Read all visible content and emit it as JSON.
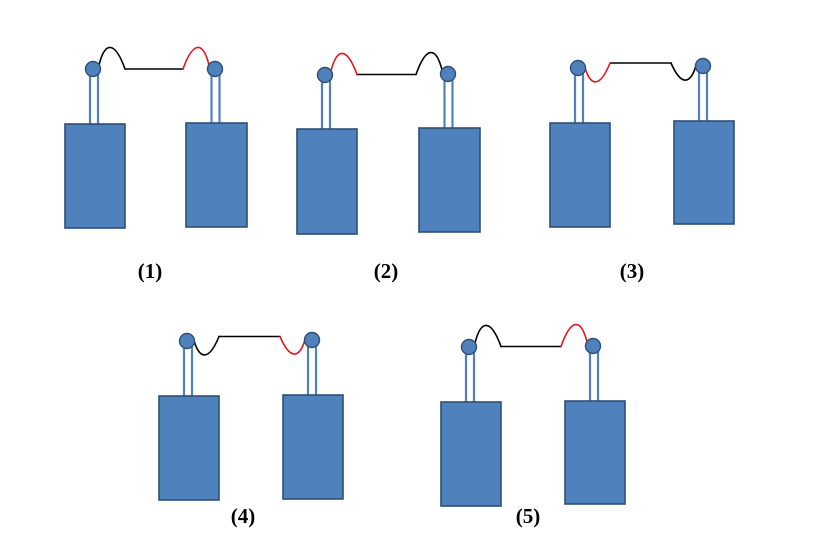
{
  "colors": {
    "box_fill": "#4f81bd",
    "box_stroke": "#2e4f73",
    "wire_primary": "#000000",
    "wire_highlight": "#e8141c"
  },
  "panels": [
    {
      "label": "(1)",
      "left_arc": "up",
      "left_color": "black",
      "right_arc": "up",
      "right_color": "red"
    },
    {
      "label": "(2)",
      "left_arc": "up",
      "left_color": "red",
      "right_arc": "up",
      "right_color": "black"
    },
    {
      "label": "(3)",
      "left_arc": "down",
      "left_color": "red",
      "right_arc": "down",
      "right_color": "black"
    },
    {
      "label": "(4)",
      "left_arc": "down",
      "left_color": "black",
      "right_arc": "down",
      "right_color": "red"
    },
    {
      "label": "(5)",
      "left_arc": "up",
      "left_color": "black",
      "right_arc": "up",
      "right_color": "red"
    }
  ]
}
